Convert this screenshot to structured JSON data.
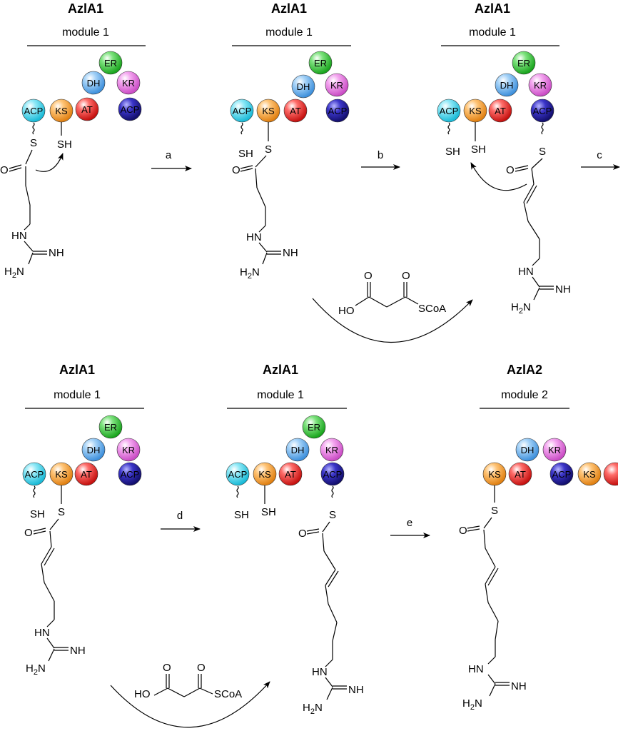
{
  "panels": [
    {
      "title": "AzlA1",
      "module": "module 1"
    },
    {
      "title": "AzlA1",
      "module": "module 1"
    },
    {
      "title": "AzlA1",
      "module": "module 1"
    },
    {
      "title": "AzlA1",
      "module": "module 1"
    },
    {
      "title": "AzlA1",
      "module": "module 1"
    },
    {
      "title": "AzlA2",
      "module": "module 2"
    }
  ],
  "domains": {
    "acp": "ACP",
    "ks": "KS",
    "at": "AT",
    "dh": "DH",
    "kr": "KR",
    "er": "ER"
  },
  "steps": {
    "a": "a",
    "b": "b",
    "c": "c",
    "d": "d",
    "e": "e"
  },
  "atoms": {
    "s": "S",
    "sh": "SH",
    "o": "O",
    "hn": "HN",
    "nh": "NH",
    "nh2": "H2N",
    "ho": "HO",
    "scoa": "SCoA"
  },
  "colors": {
    "acp_light": "#55d8ef",
    "acp_dark": "#1e1a9a",
    "ks": "#f5a13a",
    "at": "#e8302e",
    "dh": "#6bb4ee",
    "kr": "#e77be2",
    "er": "#37c83a"
  }
}
